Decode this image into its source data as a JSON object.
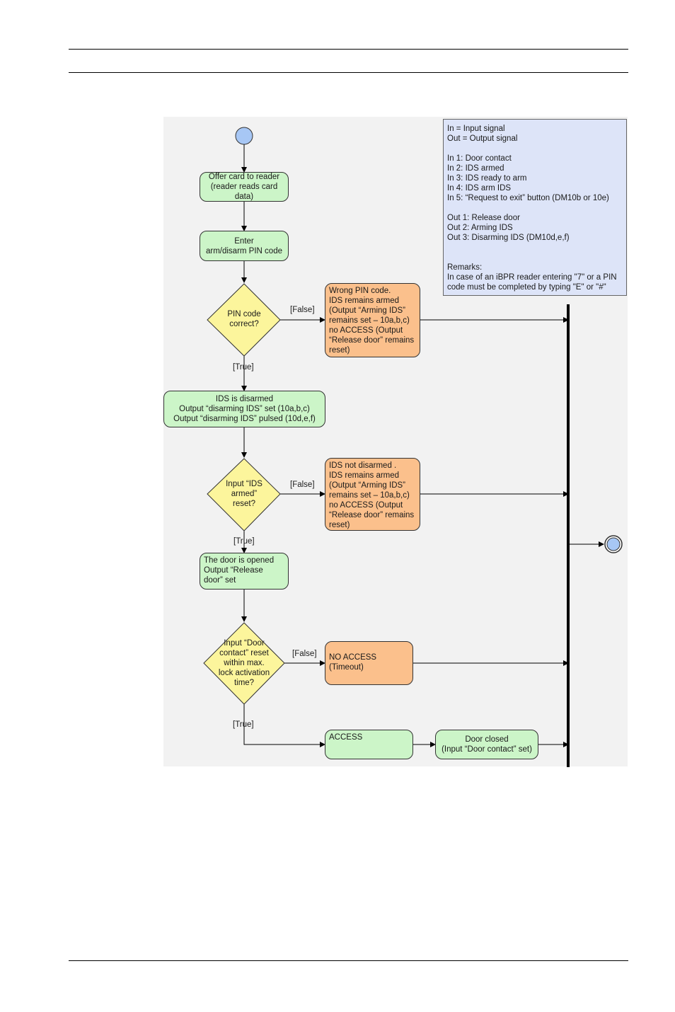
{
  "legend": {
    "lines": [
      "In = Input signal",
      "Out = Output signal",
      "",
      "In 1: Door contact",
      "In 2: IDS armed",
      "In 3: IDS ready to arm",
      "In 4: IDS arm IDS",
      "In 5: “Request to exit” button (DM10b or 10e)",
      "",
      "Out 1: Release door",
      "Out 2: Arming IDS",
      "Out 3: Disarming IDS (DM10d,e,f)",
      "",
      "",
      "Remarks:",
      "In case of an iBPR reader entering \"7\" or a PIN",
      "code must be completed by typing \"E\" or \"#\""
    ]
  },
  "nodes": {
    "offer_card": [
      "Offer card to reader",
      "(reader reads card",
      "data)"
    ],
    "enter_pin": [
      "Enter",
      "arm/disarm PIN code"
    ],
    "pin_correct": [
      "PIN code",
      "correct?"
    ],
    "wrong_pin": [
      "Wrong PIN code.",
      "IDS remains armed",
      "(Output “Arming IDS”",
      "remains set – 10a,b,c)",
      "no ACCESS (Output",
      "“Release door” remains",
      "reset)"
    ],
    "ids_disarmed": [
      "IDS is disarmed",
      "Output “disarming IDS” set (10a,b,c)",
      "Output “disarming IDS” pulsed (10d,e,f)"
    ],
    "ids_armed_reset": [
      "Input “IDS",
      "armed”",
      "reset?"
    ],
    "ids_not_disarmed": [
      "IDS not disarmed .",
      "IDS remains armed",
      "(Output “Arming IDS”",
      "remains set – 10a,b,c)",
      "no ACCESS (Output",
      "“Release door” remains",
      "reset)"
    ],
    "door_opened": [
      "The door is opened",
      "Output “Release",
      "door” set"
    ],
    "door_contact_reset": [
      "Input “Door",
      "contact” reset",
      "within max.",
      "lock activation",
      "time?"
    ],
    "no_access": [
      "NO ACCESS",
      "(Timeout)"
    ],
    "access": [
      "ACCESS"
    ],
    "door_closed": [
      "Door closed",
      "(Input “Door contact” set)"
    ]
  },
  "labels": {
    "false1": "[False]",
    "true1": "[True]",
    "false2": "[False]",
    "true2": "[True]",
    "false3": "[False]",
    "true3": "[True]"
  },
  "colors": {
    "activity": "#ccf5c8",
    "rejection": "#fbc08c",
    "decision": "#fcf59c",
    "legend": "#dde4f8",
    "initial_node": "#a7c7f5"
  }
}
